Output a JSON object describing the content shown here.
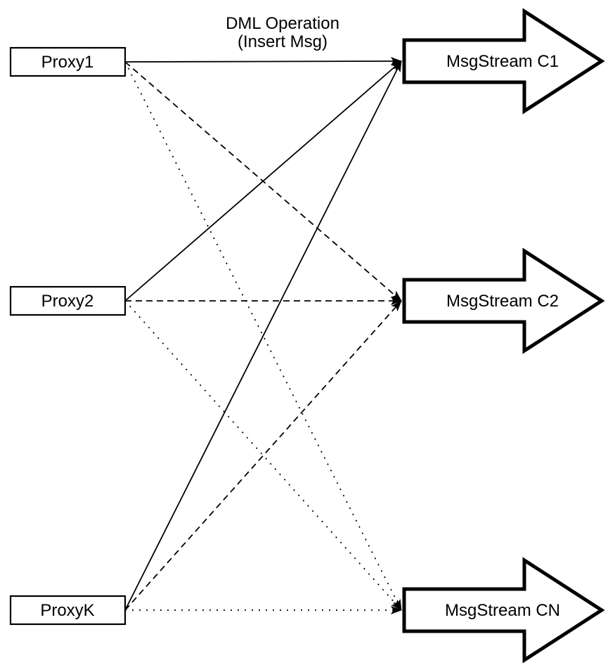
{
  "diagram": {
    "dml_label": {
      "line1": "DML Operation",
      "line2": "(Insert Msg)"
    },
    "proxies": [
      {
        "id": "proxy1",
        "label": "Proxy1"
      },
      {
        "id": "proxy2",
        "label": "Proxy2"
      },
      {
        "id": "proxyk",
        "label": "ProxyK"
      }
    ],
    "streams": [
      {
        "id": "c1",
        "label": "MsgStream C1"
      },
      {
        "id": "c2",
        "label": "MsgStream C2"
      },
      {
        "id": "cn",
        "label": "MsgStream CN"
      }
    ],
    "connections": [
      {
        "from": "proxy1",
        "to": "c1",
        "style": "solid"
      },
      {
        "from": "proxy1",
        "to": "c2",
        "style": "dashed"
      },
      {
        "from": "proxy1",
        "to": "cn",
        "style": "dotted"
      },
      {
        "from": "proxy2",
        "to": "c1",
        "style": "solid"
      },
      {
        "from": "proxy2",
        "to": "c2",
        "style": "dashed"
      },
      {
        "from": "proxy2",
        "to": "cn",
        "style": "dotted"
      },
      {
        "from": "proxyk",
        "to": "c1",
        "style": "solid"
      },
      {
        "from": "proxyk",
        "to": "c2",
        "style": "dashed"
      },
      {
        "from": "proxyk",
        "to": "cn",
        "style": "dotted"
      }
    ],
    "colors": {
      "stroke": "#000000",
      "background": "#ffffff"
    }
  }
}
